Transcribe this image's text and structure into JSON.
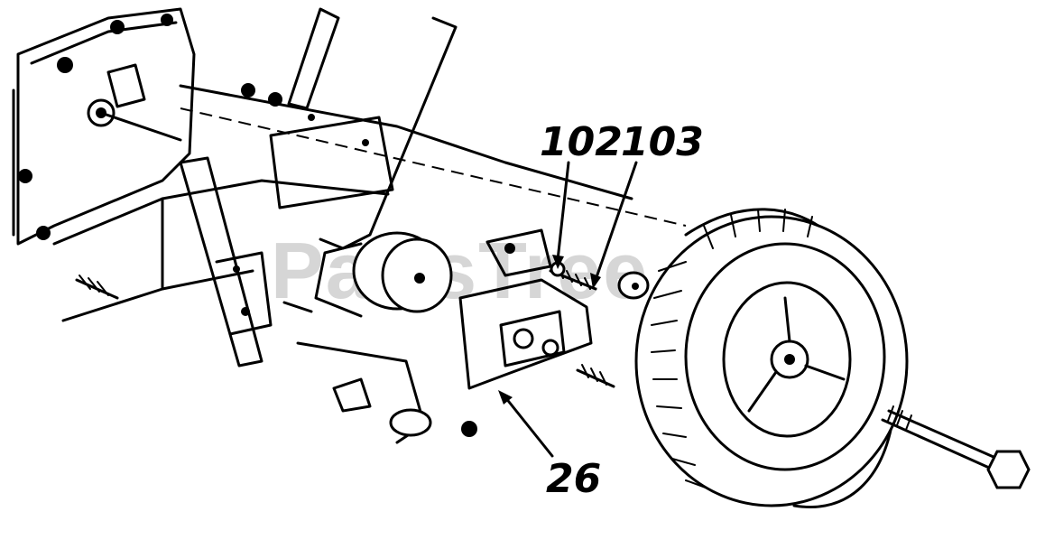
{
  "callouts": {
    "part_102": "102",
    "part_103": "103",
    "part_26": "26"
  },
  "watermark": {
    "text": "PartsTree"
  },
  "colors": {
    "line": "#000000",
    "background": "#ffffff",
    "watermark": "#c9c9c9"
  }
}
